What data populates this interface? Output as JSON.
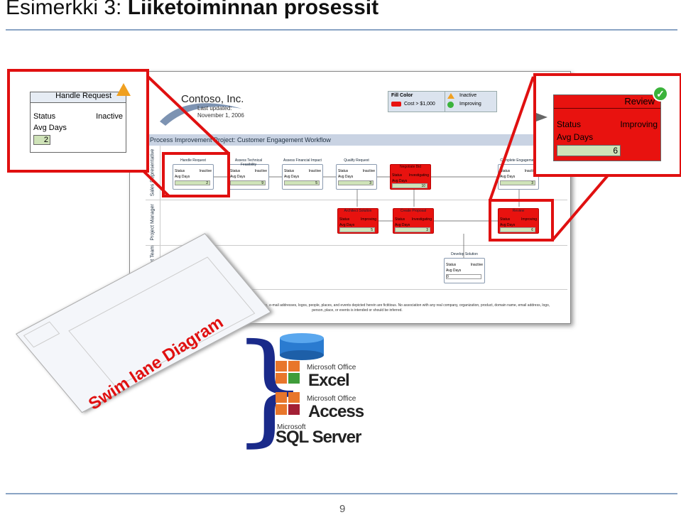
{
  "slide": {
    "title_prefix": "Esimerkki 3: ",
    "title_bold": "Liiketoiminnan prosessit",
    "page_number": "9"
  },
  "screenshot": {
    "company": "Contoso, Inc.",
    "last_updated_label": "Last updated:",
    "last_updated_date": "November 1, 2006",
    "legend": {
      "fill_color_label": "Fill Color",
      "cost_label": "Cost > $1,000",
      "inactive_label": "Inactive",
      "improving_label": "Improving"
    },
    "project_title": "Process Improvement Project: Customer Engagement Workflow",
    "lanes": [
      "Sales Representative",
      "Project Manager",
      "Development Team"
    ],
    "status_label": "Status",
    "avg_days_label": "Avg Days",
    "boxes": [
      {
        "title": "Handle Request",
        "status": "Inactive",
        "days": "2"
      },
      {
        "title": "Assess Technical Feasibility",
        "status": "Inactive",
        "days": "9"
      },
      {
        "title": "Assess Financial Impact",
        "status": "Inactive",
        "days": "5"
      },
      {
        "title": "Qualify Request",
        "status": "Inactive",
        "days": "3"
      },
      {
        "title": "Negotiate Bid",
        "status": "Investigating",
        "days": "10"
      },
      {
        "title": "Complete Engagement",
        "status": "Inactive",
        "days": "3"
      },
      {
        "title": "Architect Solution",
        "status": "Improving",
        "days": "5"
      },
      {
        "title": "Create Proposal",
        "status": "Investigating",
        "days": "3"
      },
      {
        "title": "Review",
        "status": "Improving",
        "days": "6"
      },
      {
        "title": "Develop Solution",
        "status": "Inactive",
        "days": "0"
      }
    ],
    "footnote": "The example companies, organizations, products, domain names, e-mail addresses, logos, people, places, and events depicted herein are fictitious. No association with any real company, organization, product, domain name, email address, logo, person, place, or events is intended or should be inferred."
  },
  "zoom_left": {
    "title": "Handle Request",
    "status_label": "Status",
    "status": "Inactive",
    "avg_days_label": "Avg Days",
    "days": "2"
  },
  "zoom_right": {
    "title": "Review",
    "status_label": "Status",
    "status": "Improving",
    "avg_days_label": "Avg Days",
    "days": "6"
  },
  "swim_label": "Swim lane Diagram",
  "products": {
    "ms_office": "Microsoft Office",
    "excel": "Excel",
    "access": "Access",
    "microsoft": "Microsoft",
    "sql_server": "SQL Server"
  },
  "colors": {
    "accent_red": "#e01010",
    "brace_blue": "#1a2a8a",
    "rule": "#8aa4c4"
  }
}
